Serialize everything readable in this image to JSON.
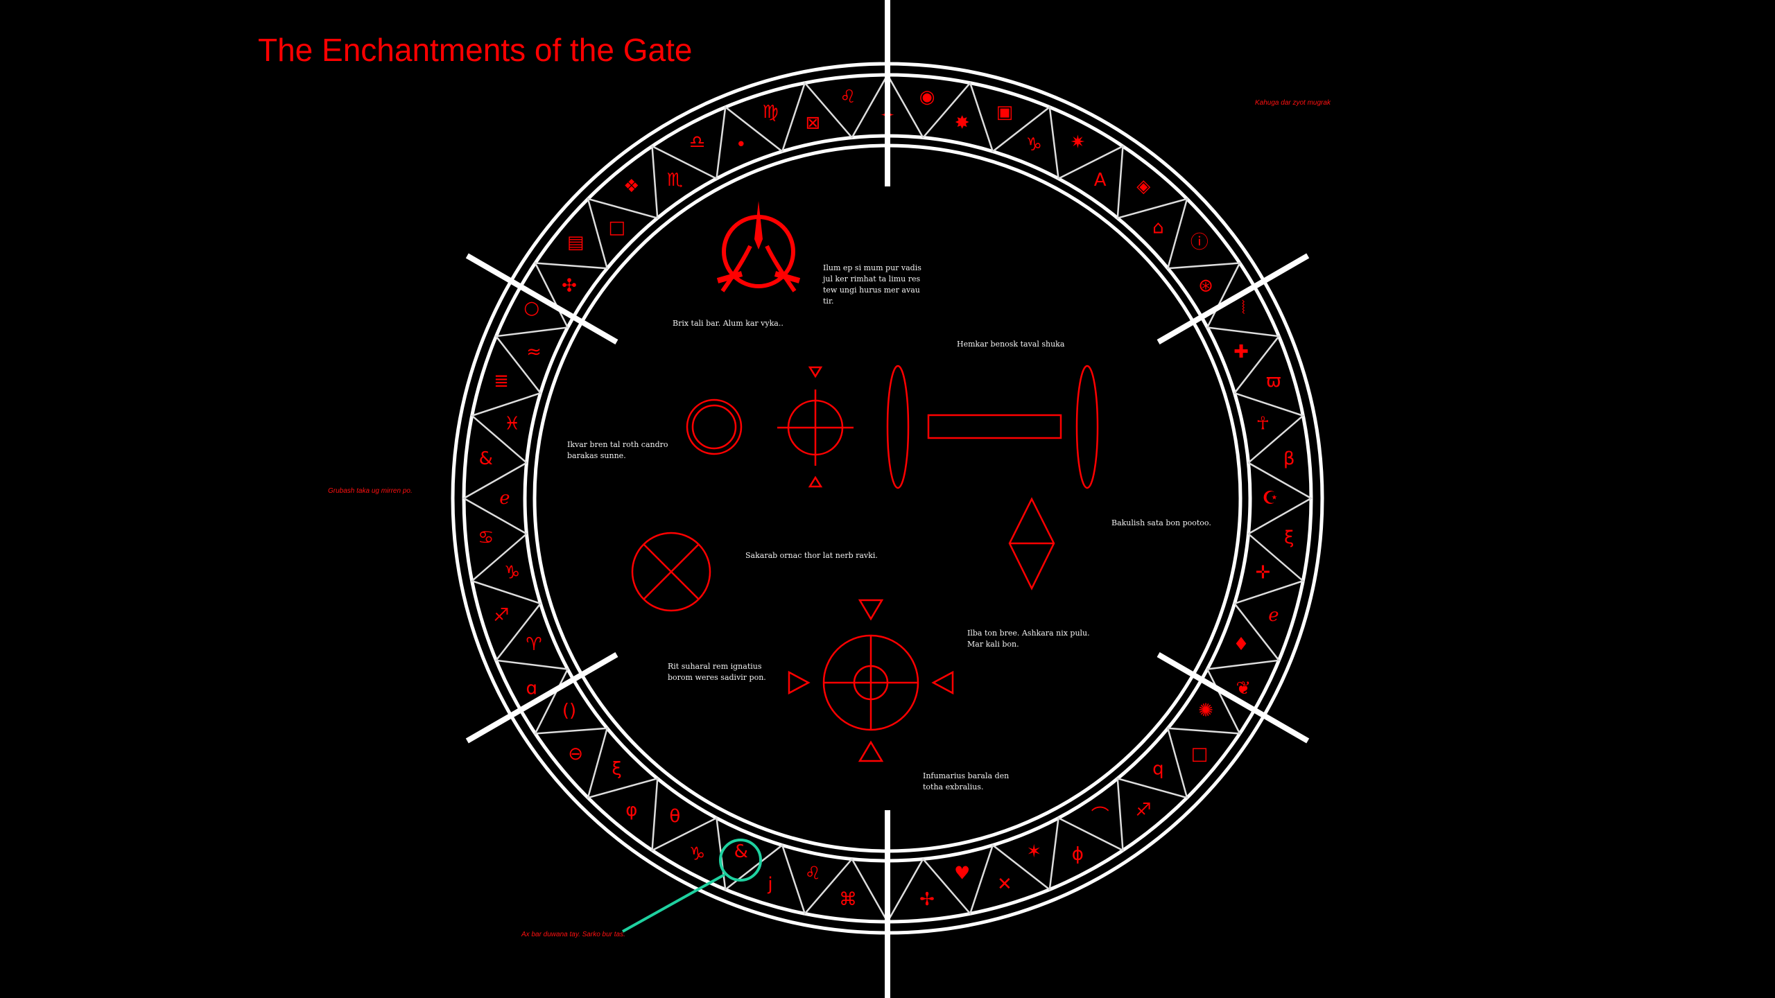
{
  "title": "The Enchantments of the Gate",
  "side_notes": {
    "top_right": "Kahuga dar zyot mugrak",
    "left": "Grubash taka ug mirren po.",
    "bottom_left": "Ax bar duwana tay. Sarko bur tas."
  },
  "notes": {
    "ilum": [
      "Ilum ep  si mum pur vadis",
      "jul ker  rimhat ta limu res",
      "tew  ungi hurus mer avau",
      "tir."
    ],
    "brix": [
      "Brix  tali  bar.  Alum kar vyka.."
    ],
    "hemkar": [
      "Hemkar benosk taval shuka"
    ],
    "ikvar": [
      "Ikvar bren  tal roth candro",
      "barakas  sunne."
    ],
    "sakarab": [
      "Sakarab  ornac thor lat nerb ravki."
    ],
    "bakulish": [
      "Bakulish  sata bon pootoo."
    ],
    "ilba": [
      "Ilba ton bree.  Ashkara  nix pulu.",
      "Mar kali bon."
    ],
    "rit": [
      "Rit suharal rem ignatius",
      "borom weres  sadivir pon."
    ],
    "infumarius": [
      "Infumarius barala  den",
      "totha exbralius."
    ]
  },
  "ring_glyphs": [
    "✦",
    "◉",
    "✸",
    "▣",
    "♑",
    "✷",
    "A",
    "◈",
    "⌂",
    "ⓘ",
    "⊛",
    "⦚",
    "✚",
    "ϖ",
    "☥",
    "β",
    "☪",
    "ξ",
    "✛",
    "ℯ",
    "♦",
    "❦",
    "✺",
    "□",
    "q",
    "♐",
    "⌒",
    "ϕ",
    "✶",
    "✕",
    "♥",
    "✢",
    "•",
    "⌘",
    "♌",
    "j",
    "&",
    "♑",
    "θ",
    "φ",
    "ξ",
    "⊖",
    "()",
    "ɑ",
    "♈",
    "♐",
    "♑",
    "♋",
    "ℯ",
    "&",
    "♓",
    "≣",
    "≈",
    "○",
    "✣",
    "▤",
    "□",
    "❖",
    "♏",
    "♎",
    "•",
    "♍",
    "⊠",
    "♌"
  ],
  "colors": {
    "accent": "#ff0000",
    "ring": "#ffffff",
    "highlight": "#1fd1a0",
    "background": "#000000"
  }
}
